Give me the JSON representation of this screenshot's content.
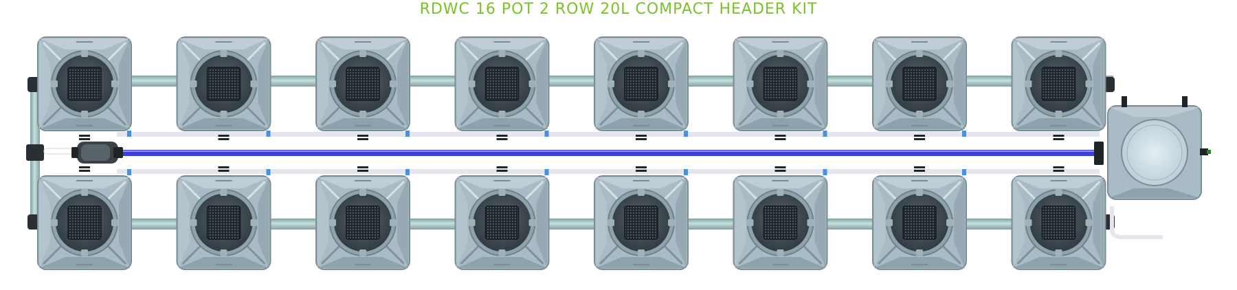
{
  "title": "RDWC 16 POT 2 ROW 20L COMPACT HEADER KIT",
  "system": {
    "rows": 2,
    "pots_per_row": 8,
    "pot_volume": "20L",
    "header": "compact",
    "controller_bucket_count": 1
  },
  "colors": {
    "title": "#7cc12a",
    "pot_body": "#a9bcc6",
    "pot_lid": "#3f4b52",
    "pipe": "#a4c3c1",
    "feed_line": "#3b3fe0",
    "return_line": "#e4e6ee",
    "fittings": "#2a2f33",
    "accent_tabs": "#4a90e2"
  }
}
